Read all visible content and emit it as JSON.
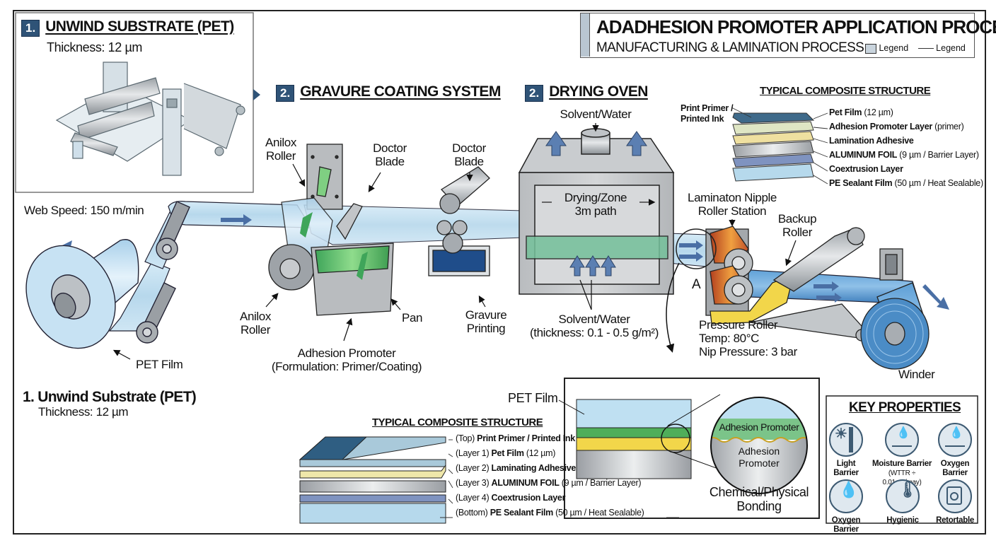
{
  "header": {
    "title": "ADADHESION PROMOTER APPLICATION PROCESS:",
    "subtitle": "MANUFACTURING & LAMINATION PROCESS",
    "legend_box_label": "Legend",
    "legend_line_label": "Legend"
  },
  "step_unwind_box": {
    "number": "1.",
    "title": "UNWIND SUBSTRATE (PET)",
    "thickness": "Thickness: 12 µm"
  },
  "step_gravure": {
    "number": "2.",
    "title": "GRAVURE COATING SYSTEM"
  },
  "step_oven": {
    "number": "2.",
    "title": "DRYING OVEN"
  },
  "unwind": {
    "web_speed": "Web Speed: 150 m/min",
    "pet_film_label": "PET Film",
    "caption_title": "1. Unwind Substrate (PET)",
    "caption_thickness": "Thickness: 12 µm"
  },
  "gravure": {
    "anilox_top_1": "Anilox",
    "anilox_top_2": "Roller",
    "doctor_blade_1_a": "Doctor",
    "doctor_blade_1_b": "Blade",
    "doctor_blade_2_a": "Doctor",
    "doctor_blade_2_b": "Blade",
    "anilox_bottom_1": "Anilox",
    "anilox_bottom_2": "Roller",
    "pan": "Pan",
    "gravure_printing_1": "Gravure",
    "gravure_printing_2": "Printing",
    "promoter_1": "Adhesion Promoter",
    "promoter_2": "(Formulation: Primer/Coating)"
  },
  "oven": {
    "exhaust_label": "Solvent/Water",
    "zone_1": "Drying/Zone",
    "zone_2": "3m path",
    "solvent_1": "Solvent/Water",
    "solvent_2": "(thickness: 0.1 - 0.5 g/m²)"
  },
  "lamination": {
    "station_1": "Laminaton Nipple",
    "station_2": "Roller Station",
    "backup_1": "Backup",
    "backup_2": "Roller",
    "detail_marker": "A",
    "pressure_1": "Pressure Roller",
    "pressure_2": "Temp: 80°C",
    "pressure_3": "Nip Pressure: 3 bar",
    "winder": "Winder"
  },
  "composite_top": {
    "title": "TYPICAL COMPOSITE STRUCTURE",
    "left_label_1": "Print Primer /",
    "left_label_2": "Printed Ink",
    "layers": [
      {
        "bold": "Pet Film",
        "rest": " (12 µm)",
        "color": "#3f6a8a"
      },
      {
        "bold": "Adhesion Promoter Layer",
        "rest": " (primer)",
        "color": "#dfe6c4"
      },
      {
        "bold": "Lamination Adhesive",
        "rest": "",
        "color": "#efe0a0"
      },
      {
        "bold": "ALUMINUM FOIL",
        "rest": " (9 µm / Barrier Layer)",
        "color": "#b9bec2"
      },
      {
        "bold": "Coextrusion Layer",
        "rest": "",
        "color": "#7f93c0"
      },
      {
        "bold": "PE Sealant Film",
        "rest": " (50 µm / Heat Sealable)",
        "color": "#b6d9ec"
      }
    ]
  },
  "composite_bottom": {
    "title": "TYPICAL COMPOSITE STRUCTURE",
    "layers": [
      {
        "prefix": "(Top) ",
        "bold": "Print Primer / Printed Ink",
        "rest": ""
      },
      {
        "prefix": "(Layer 1) ",
        "bold": "Pet Film",
        "rest": " (12 µm)"
      },
      {
        "prefix": "(Layer 2) ",
        "bold": "Laminating Adhesive",
        "rest": ""
      },
      {
        "prefix": "(Layer 3) ",
        "bold": "ALUMINUM FOIL",
        "rest": " (9 µm / Barrier Layer)"
      },
      {
        "prefix": "(Layer 4) ",
        "bold": "Coextrusion Layer",
        "rest": ""
      },
      {
        "prefix": "(Bottom) ",
        "bold": "PE Sealant Film",
        "rest": " (50 µm / Heat Sealable)"
      }
    ]
  },
  "bonding_detail": {
    "pet_film_label": "PET Film",
    "zoom_top": "Adhesion Promoter",
    "zoom_bottom_1": "Adhesion",
    "zoom_bottom_2": "Promoter",
    "caption_1": "Chemical/Physical",
    "caption_2": "Bonding"
  },
  "key_properties": {
    "title": "KEY PROPERTIES",
    "items": [
      {
        "icon": "light-barrier-icon",
        "label_1": "Light",
        "label_2": "Barrier",
        "sub": ""
      },
      {
        "icon": "moisture-barrier-icon",
        "label_1": "Moisture Barrier",
        "label_2": "",
        "sub": "(WTTR ÷ 0.01gm/may)"
      },
      {
        "icon": "oxygen-barrier-icon",
        "label_1": "Oxygen",
        "label_2": "Barrier",
        "sub": ""
      },
      {
        "icon": "oxygen-drop-icon",
        "label_1": "Oxygen",
        "label_2": "Barrier",
        "sub": ""
      },
      {
        "icon": "thermometer-icon",
        "label_1": "Hygienic",
        "label_2": "",
        "sub": ""
      },
      {
        "icon": "retort-machine-icon",
        "label_1": "Retortable",
        "label_2": "",
        "sub": ""
      }
    ]
  },
  "colors": {
    "badge": "#2f5377",
    "film": "#bcdcef",
    "promoter_green": "#4fae5a",
    "adhesive_yellow": "#f2d64a",
    "roller_red": "#c8502a",
    "winder_blue": "#3e86c4",
    "arrow_blue": "#4a6fa5"
  }
}
